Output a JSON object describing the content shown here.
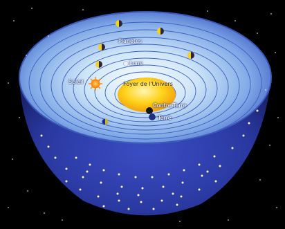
{
  "labels": {
    "planets": "Planètes",
    "moon": "Lune",
    "sun": "Soleil",
    "central_fire": "Foyer de l'Univers",
    "counter_earth": "Contre-Terre",
    "earth": "Terre"
  },
  "colors": {
    "background": "#000000",
    "bowl_outer": "#2f3ea8",
    "bowl_inner": "#cfe6f8",
    "central_fire": "#ffd21a",
    "sun": "#ff8a10",
    "planet_light": "#f5d21a",
    "planet_dark": "#2a2540",
    "earth": "#1c2e8a",
    "counter_earth": "#15151e"
  },
  "icons": {
    "sun": "sun-icon",
    "planet": "planet-icon",
    "moon": "moon-icon",
    "earth": "earth-icon",
    "counter_earth": "counter-earth-icon",
    "star": "star-icon"
  }
}
